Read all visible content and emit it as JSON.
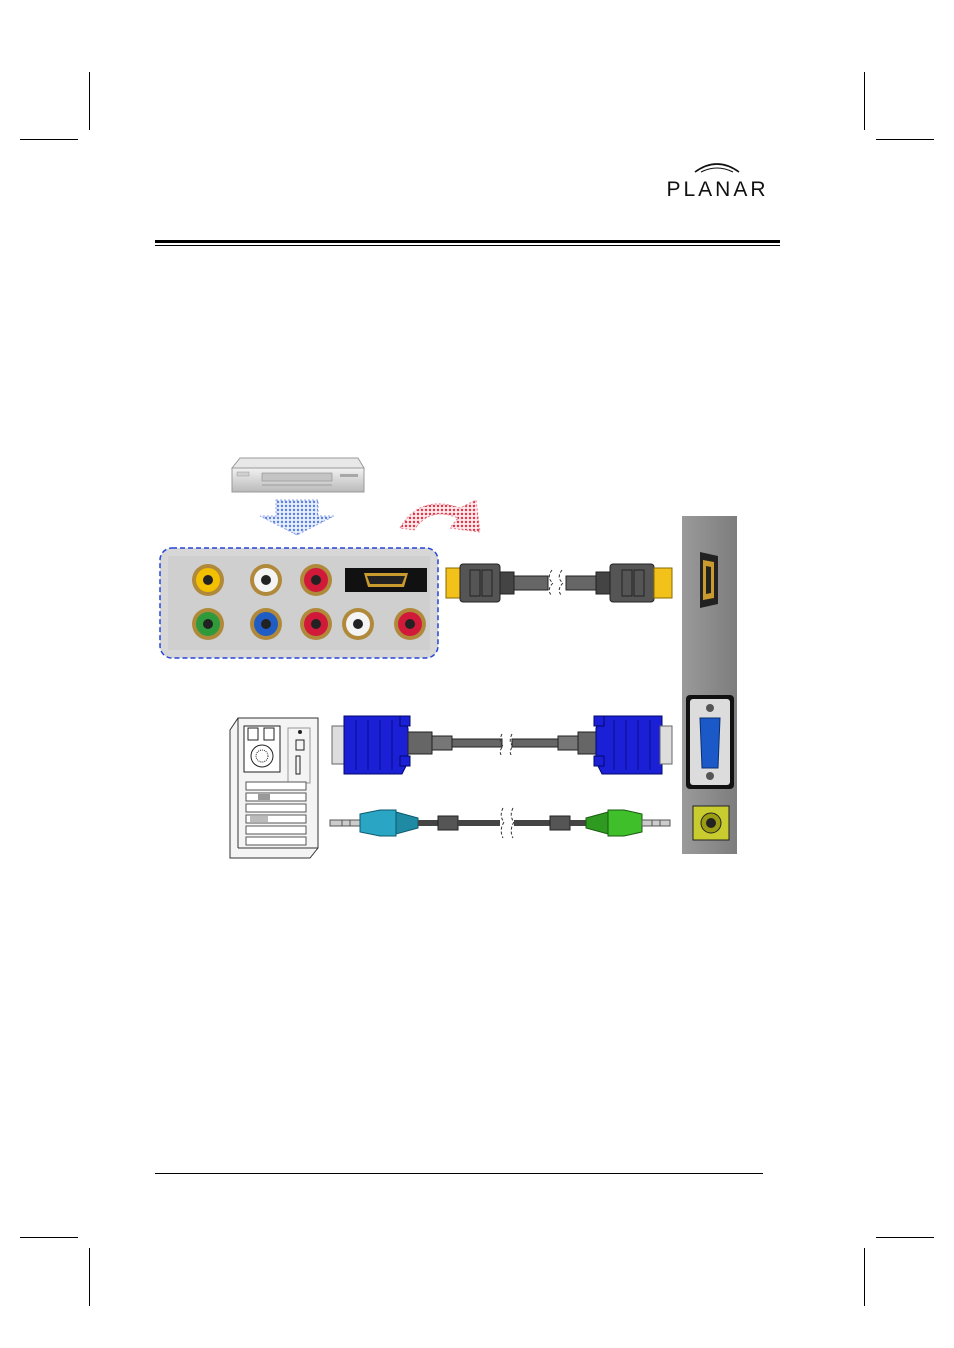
{
  "header": {
    "brand": "PLANAR"
  },
  "figure": {
    "source_device": "dvd-player",
    "computer": "desktop-pc",
    "cables": [
      "hdmi-cable",
      "vga-cable",
      "audio-cable"
    ],
    "display_ports": [
      "hdmi-port",
      "vga-port",
      "audio-in-port"
    ],
    "colors": {
      "hdmi_tip": "#f2c21b",
      "vga_plug": "#1b1fd6",
      "audio_plug_left": "#2aa6c4",
      "audio_plug_right": "#3fbf2a",
      "panel": "#8e8e8e",
      "audio_jack": "#c9cc2e"
    }
  }
}
